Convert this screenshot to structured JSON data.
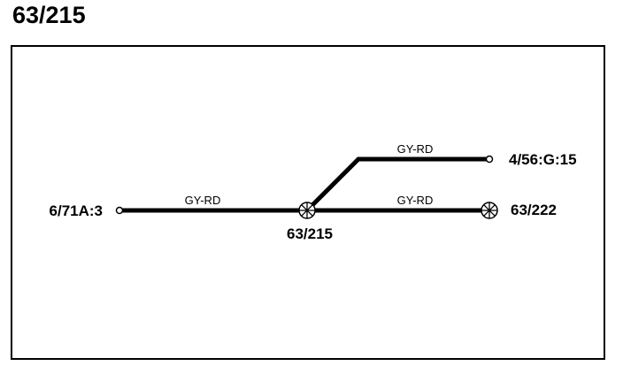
{
  "header": {
    "title": "63/215"
  },
  "colors": {
    "line": "#000000",
    "background": "#ffffff"
  },
  "diagram": {
    "splice": {
      "label": "63/215",
      "icon": "splice-asterisk-icon"
    },
    "connectors": [
      {
        "id": "left",
        "label": "6/71A:3",
        "terminal": "open-circle-terminal-icon"
      },
      {
        "id": "upper-right",
        "label": "4/56:G:15",
        "terminal": "open-circle-terminal-icon"
      },
      {
        "id": "lower-right",
        "label": "63/222",
        "terminal": "splice-asterisk-icon"
      }
    ],
    "wires": [
      {
        "from": "left",
        "to": "splice",
        "color_code": "GY-RD"
      },
      {
        "from": "splice",
        "to": "upper-right",
        "color_code": "GY-RD"
      },
      {
        "from": "splice",
        "to": "lower-right",
        "color_code": "GY-RD"
      }
    ]
  }
}
